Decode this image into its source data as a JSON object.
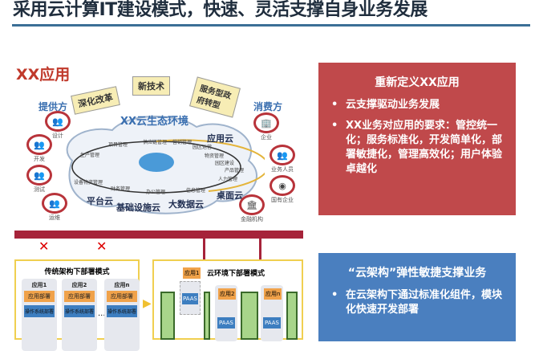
{
  "title": "采用云计算IT建设模式，快速、灵活支撑自身业务发展",
  "diagram": {
    "app_title": "XX应用",
    "tags": [
      "深化改革",
      "新技术",
      "服务型政府转型"
    ],
    "provider": "提供方",
    "consumer": "消费方",
    "ecosystem": "XX云生态环境",
    "providers": [
      "设计",
      "开发",
      "测试",
      "运维"
    ],
    "consumers": [
      "企业",
      "业务人员",
      "国有企业",
      "金融机构"
    ],
    "cloud_labels": [
      "生产管理",
      "项目管理",
      "供应链管理",
      "营销管理",
      "园区运营",
      "物资管理",
      "园区建设",
      "产品管理",
      "人力管理",
      "信息管理",
      "办公管理",
      "财务管理",
      "设备物资管理"
    ],
    "clouds": [
      "应用云",
      "平台云",
      "基础设施云",
      "大数据云",
      "桌面云"
    ]
  },
  "deploy": {
    "traditional": {
      "title": "传统架构下部署模式",
      "apps": [
        "应用1",
        "应用2",
        "应用n"
      ],
      "app_deploy": "应用部署",
      "os_deploy": "操作系统部署",
      "ellipsis": "..."
    },
    "cloud": {
      "title": "云环境下部署模式",
      "apps": [
        "应用1",
        "应用2",
        "应用n"
      ],
      "paas": "PAAS"
    }
  },
  "panels": {
    "red": {
      "title": "重新定义XX应用",
      "bullets": [
        "云支撑驱动业务发展",
        "XX业务对应用的要求：管控统一化；服务标准化，开发简单化，部署敏捷化，管理高效化；用户体验卓越化"
      ],
      "color": "#c0494b"
    },
    "blue": {
      "title": "“云架构”弹性敏捷支撑业务",
      "bullets": [
        "在云架构下通过标准化组件，模块化快速开发部署"
      ],
      "color": "#4a7fbf"
    }
  }
}
